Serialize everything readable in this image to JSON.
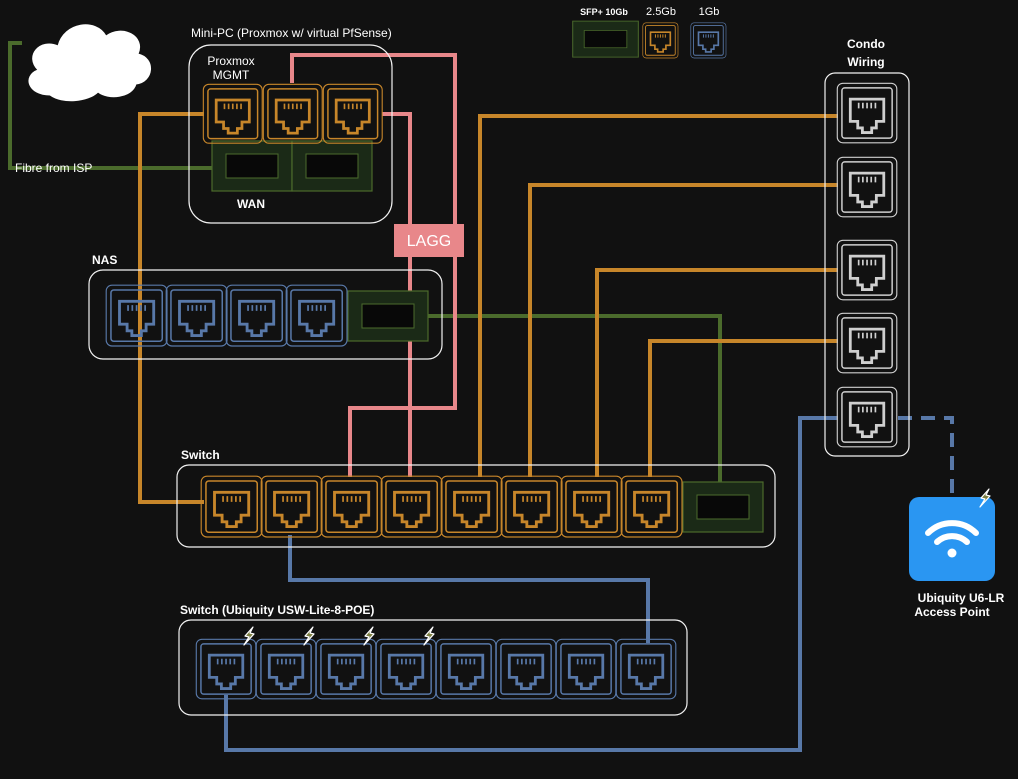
{
  "legend": {
    "sfp_label": "SFP+ 10Gb",
    "port25_label": "2.5Gb",
    "port1_label": "1Gb"
  },
  "colors": {
    "orange": "#c7862a",
    "blue": "#5878a8",
    "green": "#4b6b2c",
    "pink": "#e8878a",
    "gray": "#cfcfcf",
    "ap": "#2a96f2"
  },
  "minipc": {
    "title": "Mini-PC (Proxmox w/ virtual PfSense)",
    "mgmt_label_1": "Proxmox",
    "mgmt_label_2": "MGMT",
    "wan_label": "WAN"
  },
  "internet": {
    "fibre_label": "Fibre from ISP"
  },
  "lagg": {
    "label": "LAGG"
  },
  "nas": {
    "title": "NAS"
  },
  "switch_main": {
    "title": "Switch"
  },
  "switch_poe": {
    "title": "Switch (Ubiquity USW-Lite-8-POE)"
  },
  "condo": {
    "title_1": "Condo",
    "title_2": "Wiring"
  },
  "access_point": {
    "label_1": "Ubiquity U6-LR",
    "label_2": "Access Point",
    "icon": "wifi-icon"
  }
}
